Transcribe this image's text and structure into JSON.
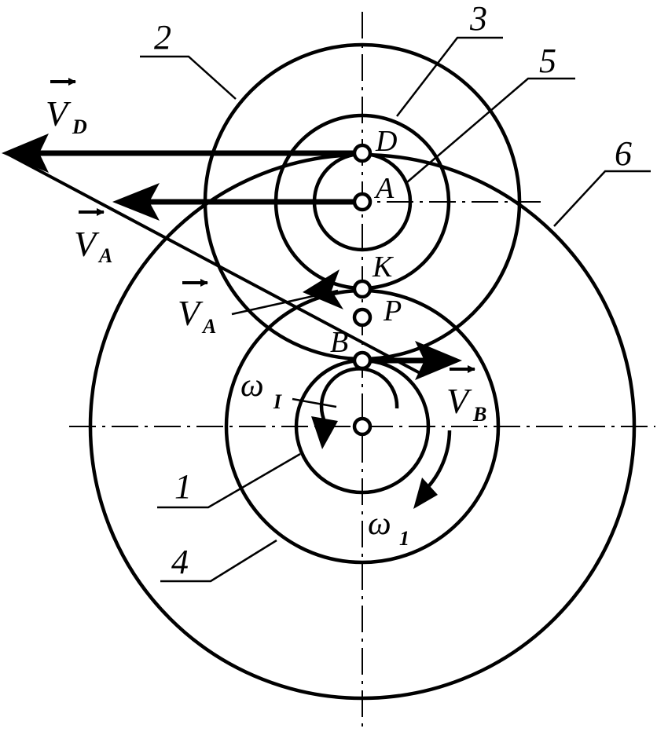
{
  "labels": {
    "part_1": "1",
    "part_2": "2",
    "part_3": "3",
    "part_4": "4",
    "part_5": "5",
    "part_6": "6"
  },
  "points": {
    "D": "D",
    "A": "A",
    "K": "K",
    "P": "P",
    "B": "B"
  },
  "vectors": {
    "v_letter": "V",
    "sub_D": "D",
    "sub_A": "A",
    "sub_B": "B"
  },
  "angular": {
    "omega_symbol": "ω",
    "omega_I_sub": "I",
    "omega_1_sub": "1"
  }
}
